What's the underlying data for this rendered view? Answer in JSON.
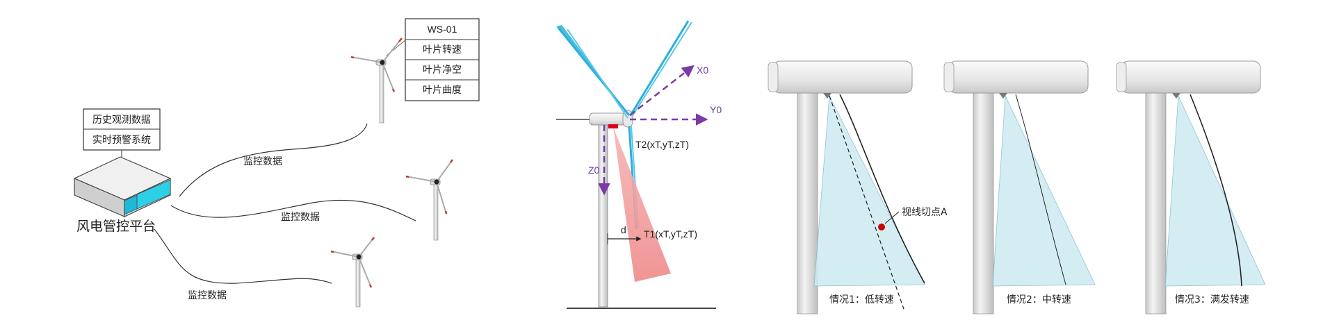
{
  "panel1": {
    "platform_label": "风电管控平台",
    "info_box": [
      "历史观测数据",
      "实时预警系统"
    ],
    "sensor_box": [
      "WS-01",
      "叶片转速",
      "叶片净空",
      "叶片曲度"
    ],
    "link_labels": [
      "监控数据",
      "监控数据",
      "监控数据"
    ]
  },
  "panel2": {
    "axis_x": "X0",
    "axis_y": "Y0",
    "axis_z": "Z0",
    "point_t2": "T2(xT,yT,zT)",
    "point_t1": "T1(xT,yT,zT)",
    "distance": "d",
    "colors": {
      "blade": "#2ab0dc",
      "axis": "#7b3aa6",
      "sensor": "#d9001b",
      "beam": "#f08080"
    }
  },
  "panel3": {
    "tangent_label": "视线切点A",
    "cases": [
      "情况1：低转速",
      "情况2：中转速",
      "情况3：满发转速"
    ],
    "colors": {
      "sight_cone": "#cdeaf2",
      "tangent_point": "#cc0000"
    }
  }
}
